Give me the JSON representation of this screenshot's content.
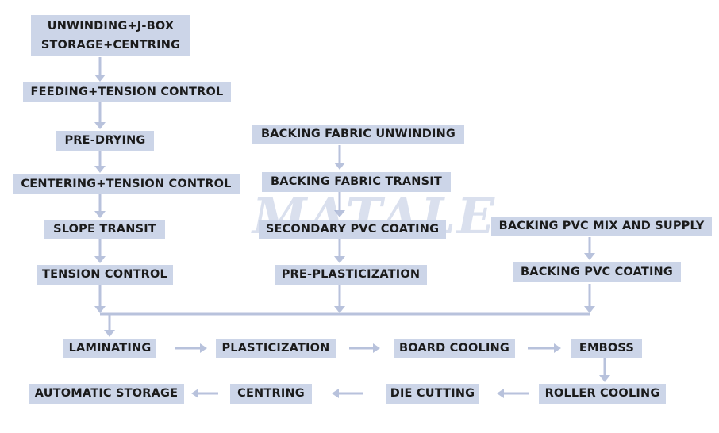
{
  "watermark": "MATALE",
  "colors": {
    "box_fill": "#ccd5e8",
    "arrow": "#b8c2dc",
    "text": "#1b1b1b"
  },
  "steps": {
    "unwinding_line1": "UNWINDING+J-BOX",
    "unwinding_line2": "STORAGE+CENTRING",
    "feeding": "FEEDING+TENSION CONTROL",
    "pre_drying": "PRE-DRYING",
    "centering": "CENTERING+TENSION CONTROL",
    "slope_transit": "SLOPE TRANSIT",
    "tension_control": "TENSION CONTROL",
    "backing_fabric_unwinding": "BACKING FABRIC UNWINDING",
    "backing_fabric_transit": "BACKING FABRIC TRANSIT",
    "secondary_pvc_coating": "SECONDARY PVC COATING",
    "pre_plasticization": "PRE-PLASTICIZATION",
    "backing_pvc_mix": "BACKING PVC MIX AND SUPPLY",
    "backing_pvc_coating": "BACKING PVC COATING",
    "laminating": "LAMINATING",
    "plasticization": "PLASTICIZATION",
    "board_cooling": "BOARD COOLING",
    "emboss": "EMBOSS",
    "roller_cooling": "ROLLER COOLING",
    "die_cutting": "DIE CUTTING",
    "centring": "CENTRING",
    "automatic_storage": "AUTOMATIC STORAGE"
  }
}
